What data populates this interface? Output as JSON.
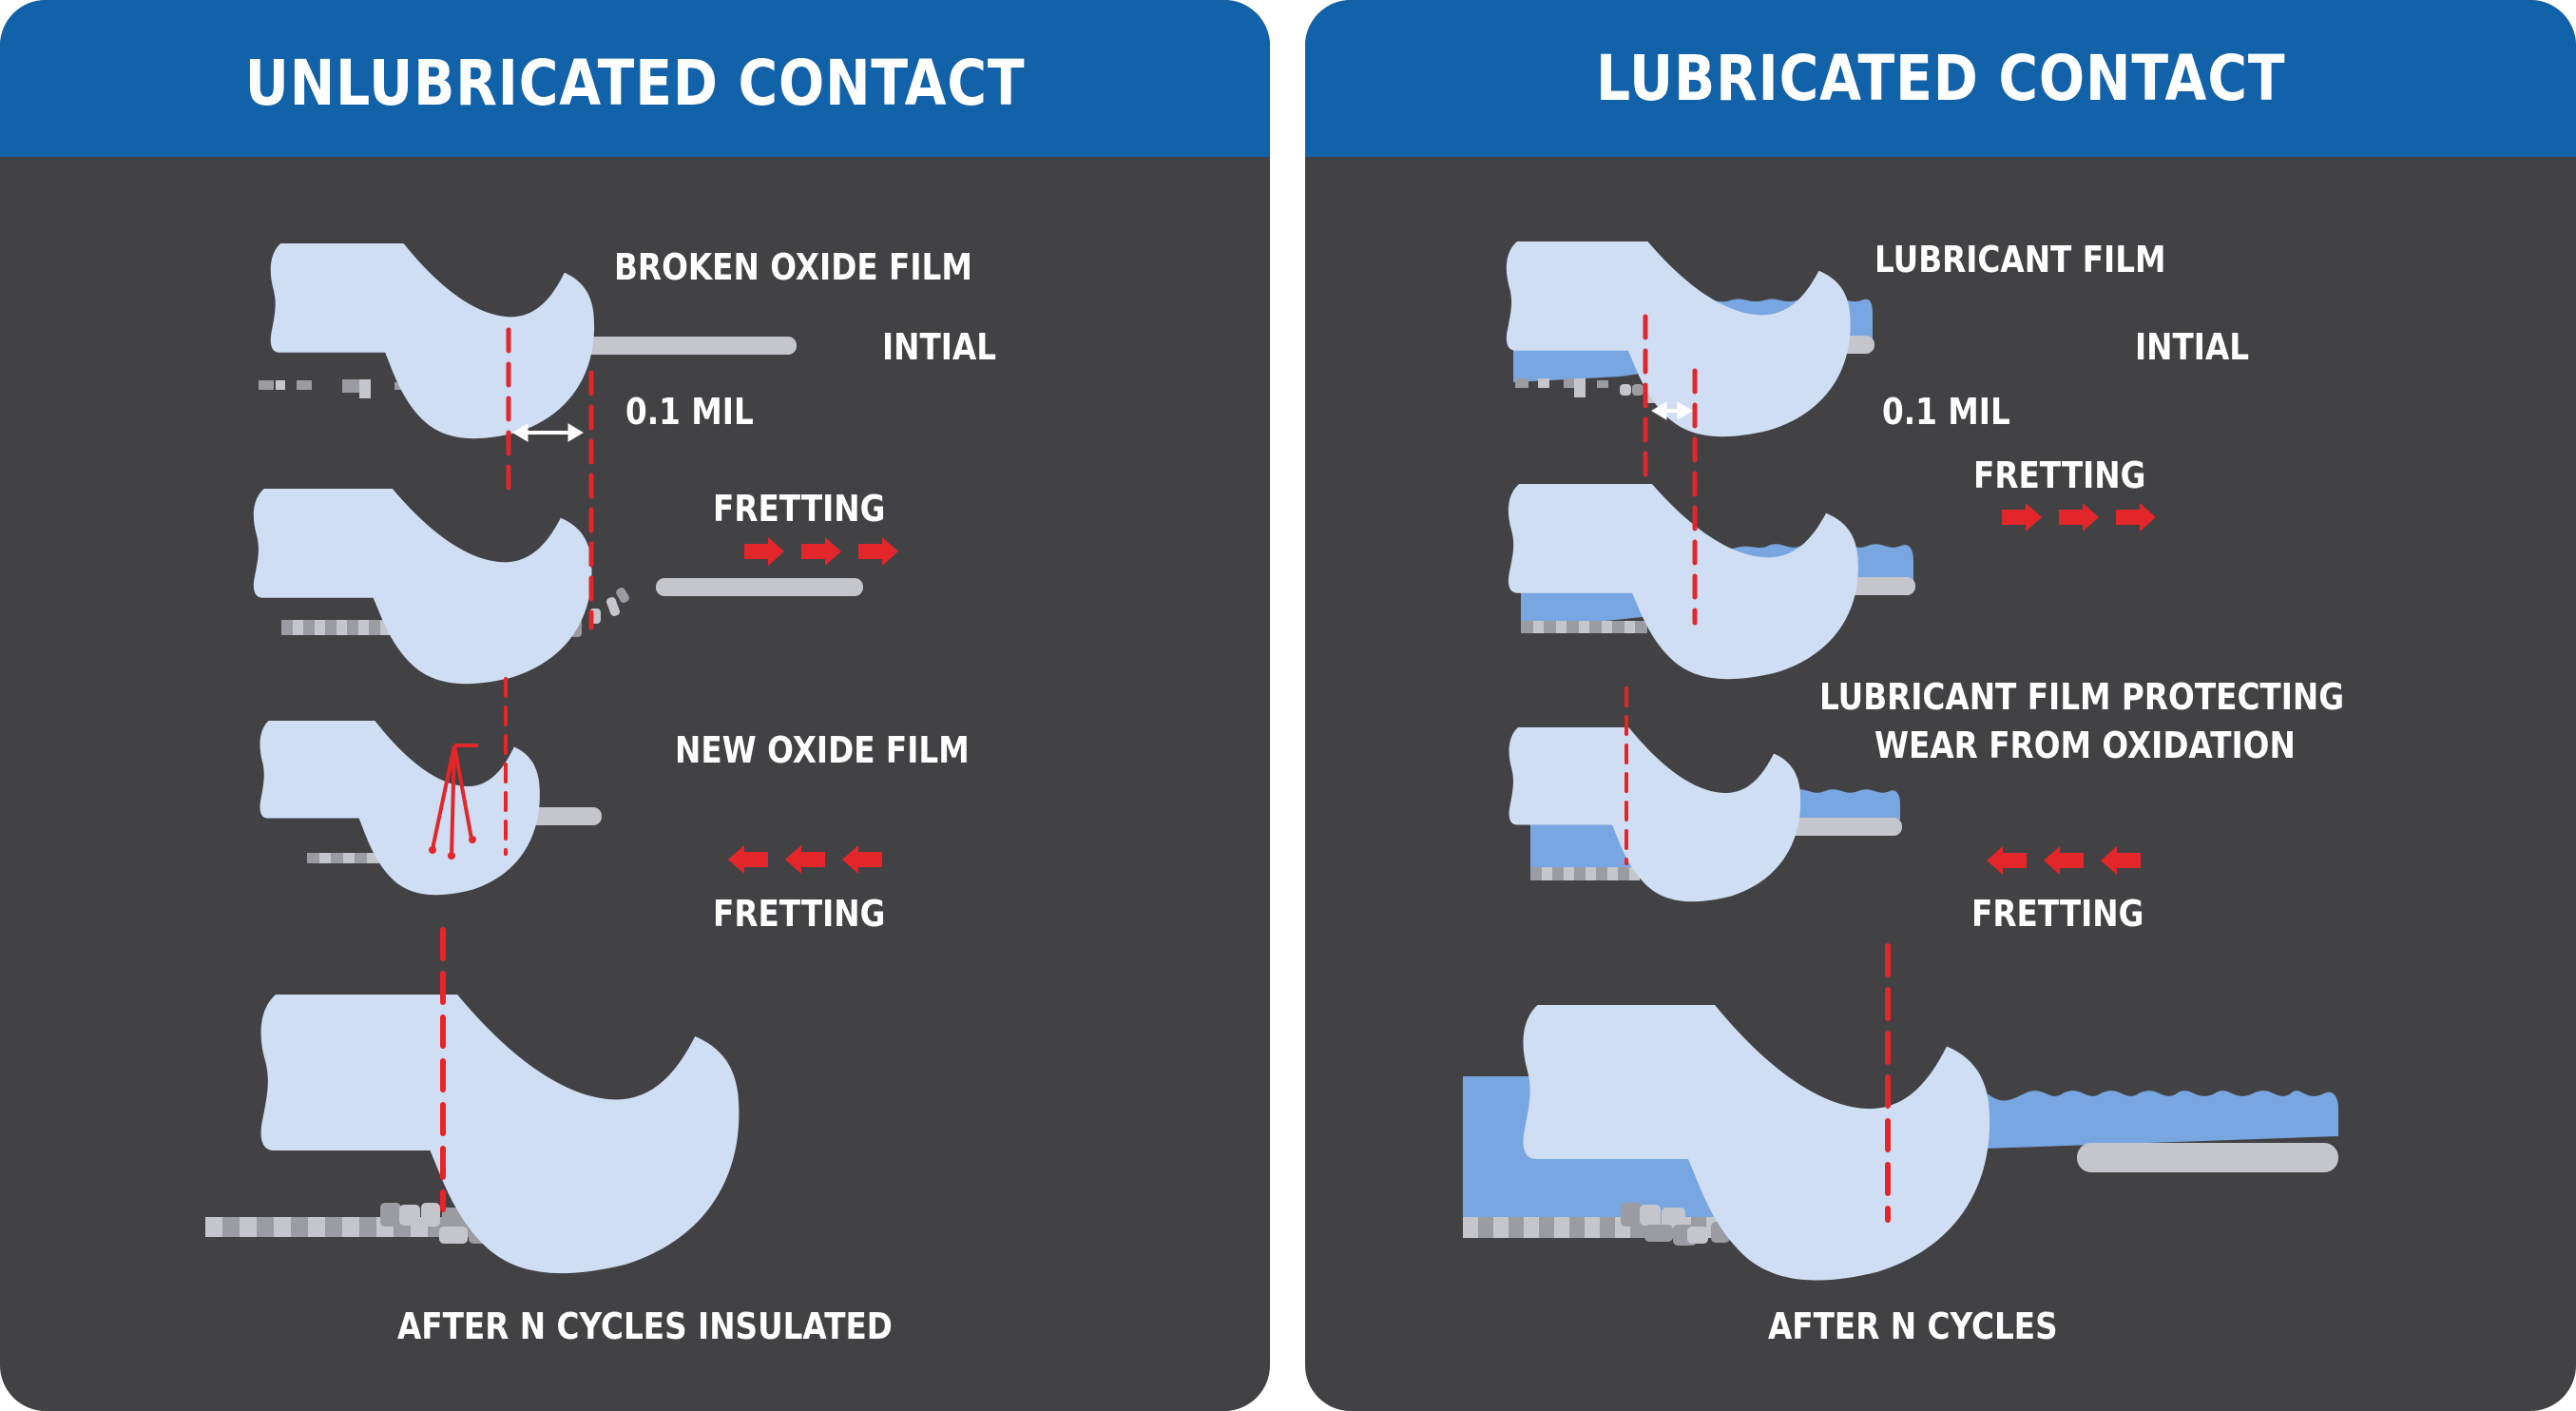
{
  "colors": {
    "header_blue": "#1262aa",
    "panel_bg": "#424244",
    "contact_body": "#d0def4",
    "lubricant": "#78a6e0",
    "substrate_light": "#c4c6cc",
    "substrate_dark": "#9a9ca2",
    "marker_red": "#e3262a",
    "text": "#ffffff"
  },
  "left_panel": {
    "title": "UNLUBRICATED CONTACT",
    "labels": {
      "broken_oxide_film": "BROKEN OXIDE FILM",
      "initial": "INTIAL",
      "displacement": "0.1 MIL",
      "fretting_forward": "FRETTING",
      "new_oxide_film": "NEW OXIDE FILM",
      "fretting_reverse": "FRETTING",
      "caption": "AFTER N CYCLES INSULATED"
    }
  },
  "right_panel": {
    "title": "LUBRICATED CONTACT",
    "labels": {
      "lubricant_film": "LUBRICANT FILM",
      "initial": "INTIAL",
      "displacement": "0.1 MIL",
      "fretting_forward": "FRETTING",
      "protecting_line1": "LUBRICANT FILM PROTECTING",
      "protecting_line2": "WEAR FROM OXIDATION",
      "fretting_reverse": "FRETTING",
      "caption": "AFTER N CYCLES"
    }
  }
}
